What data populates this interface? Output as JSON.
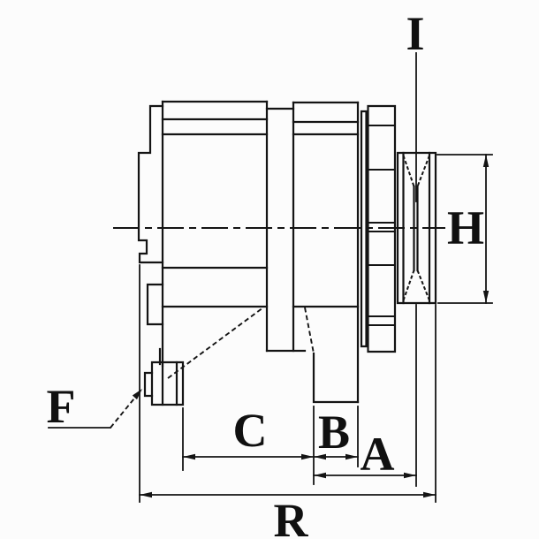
{
  "drawing": {
    "background_color": "#fcfcfc",
    "line_color": "#141414",
    "labels": {
      "I": "I",
      "H": "H",
      "F": "F",
      "C": "C",
      "B": "B",
      "A": "A",
      "R": "R"
    }
  }
}
